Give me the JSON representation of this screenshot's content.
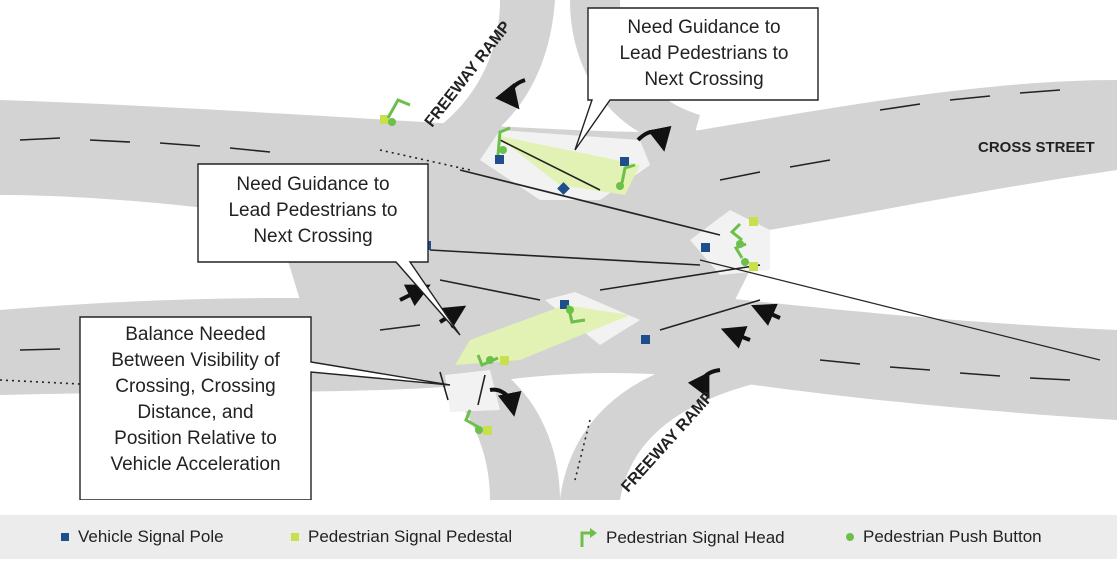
{
  "labels": {
    "freeway_ramp_top": "FREEWAY RAMP",
    "freeway_ramp_bottom": "FREEWAY RAMP",
    "cross_street": "CROSS STREET"
  },
  "callouts": {
    "top_right": [
      "Need Guidance to",
      "Lead Pedestrians to",
      "Next Crossing"
    ],
    "middle_left": [
      "Need Guidance to",
      "Lead Pedestrians to",
      "Next Crossing"
    ],
    "bottom_left": [
      "Balance Needed",
      "Between Visibility of",
      "Crossing, Crossing",
      "Distance, and",
      "Position Relative to",
      "Vehicle Acceleration"
    ]
  },
  "legend": {
    "vehicle_signal_pole": "Vehicle Signal Pole",
    "pedestrian_signal_pedestal": "Pedestrian Signal Pedestal",
    "pedestrian_signal_head": "Pedestrian Signal Head",
    "pedestrian_push_button": "Pedestrian Push Button"
  },
  "colors": {
    "road": "#d3d3d3",
    "island": "#f2f2f2",
    "crosswalk_highlight": "#e2f1b4",
    "vehicle_signal_pole": "#1f4e8c",
    "pedestrian_signal_pedestal": "#c8e04a",
    "pedestrian_signal_head": "#6cc04a",
    "pedestrian_push_button": "#6cc04a",
    "legend_bg": "#ececec"
  }
}
